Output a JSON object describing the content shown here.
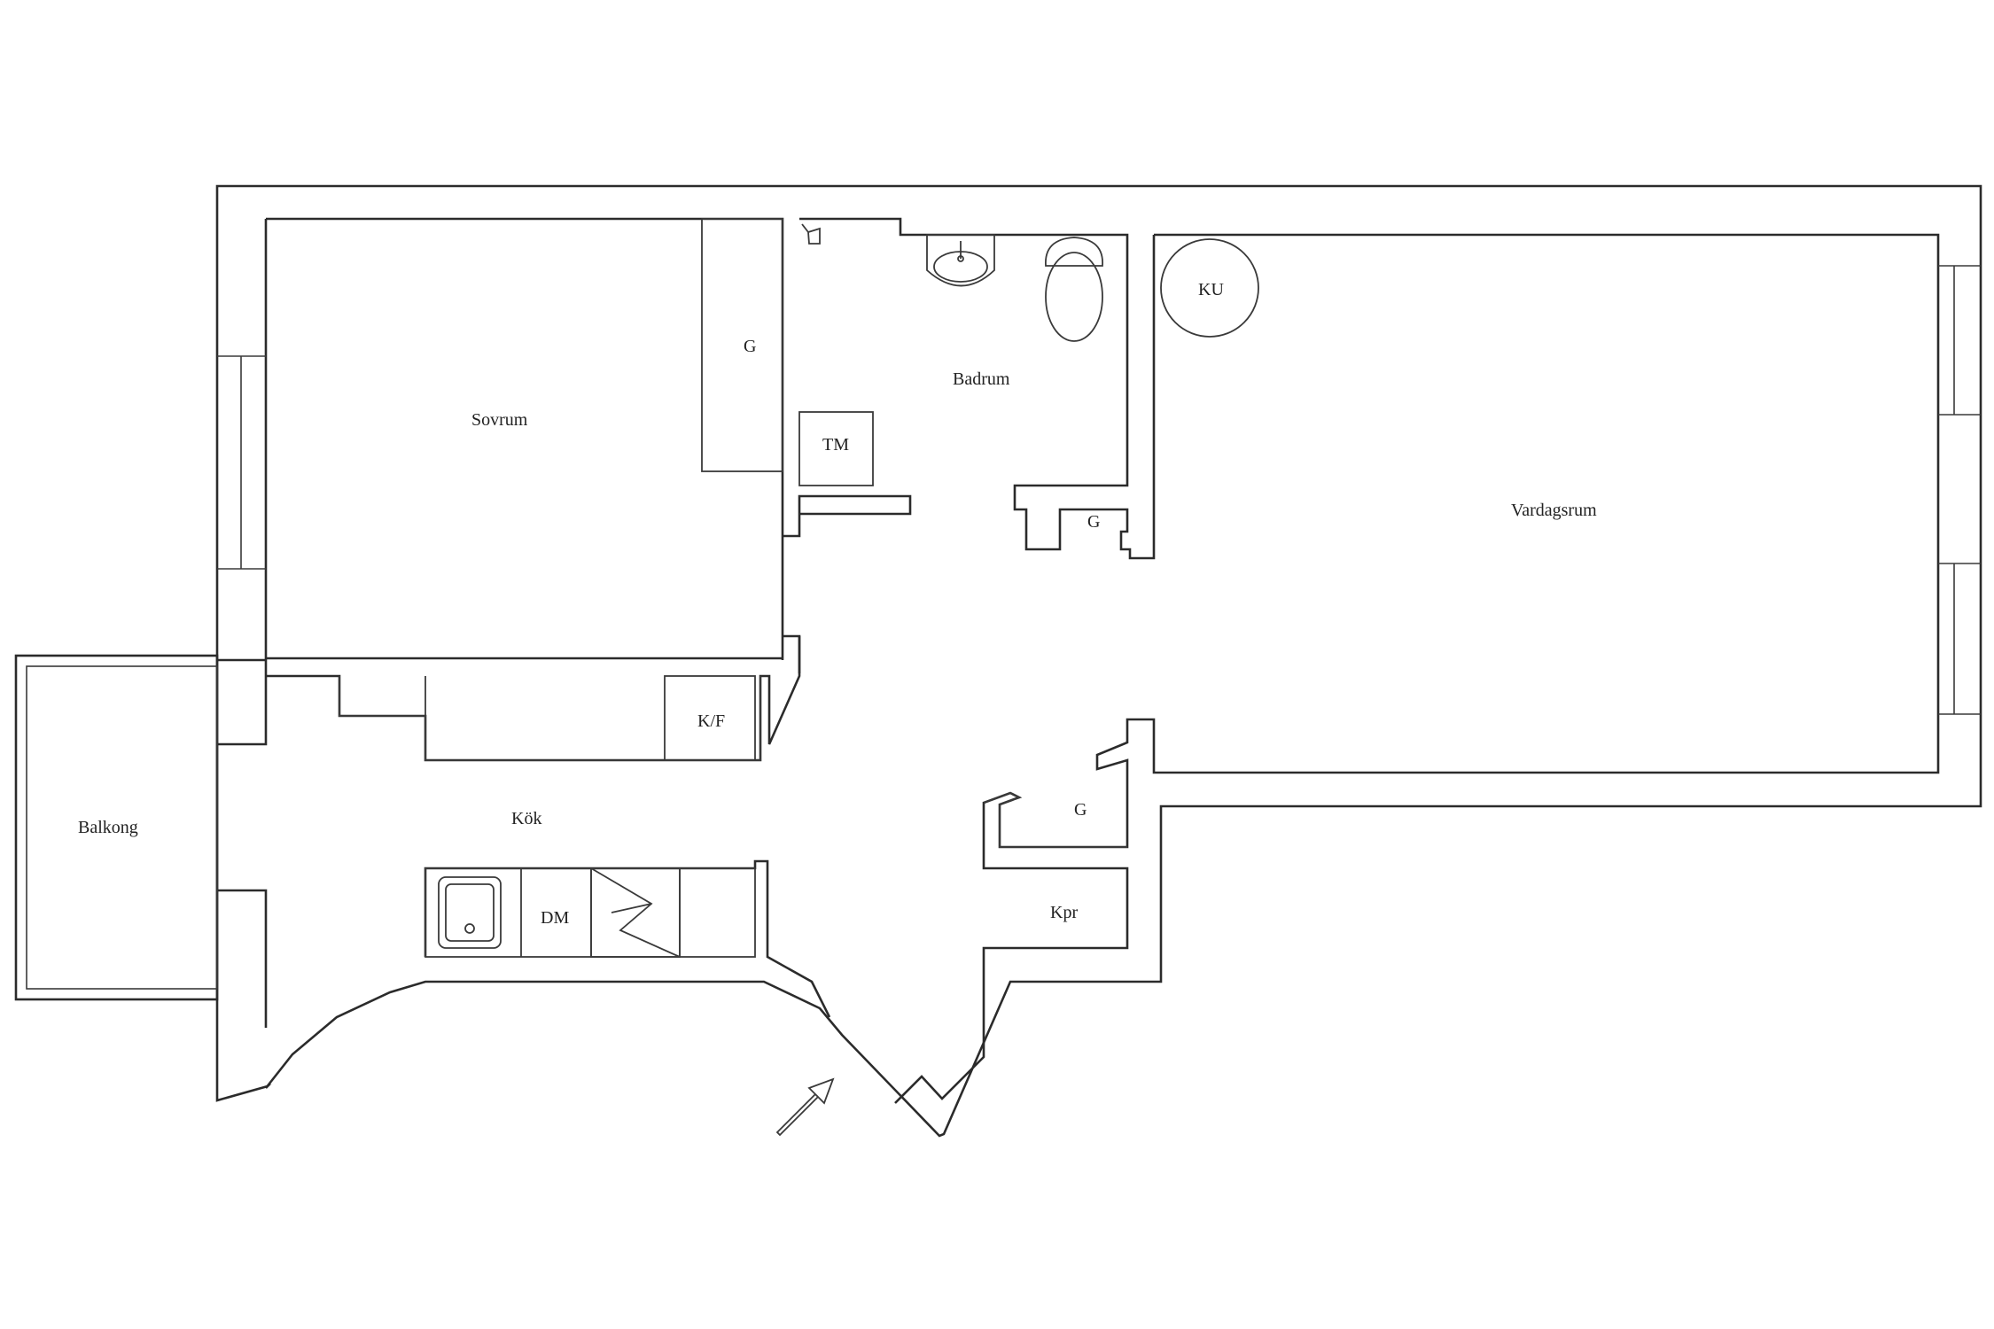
{
  "rooms": {
    "sovrum": "Sovrum",
    "badrum": "Badrum",
    "vardagsrum": "Vardagsrum",
    "kok": "Kök",
    "balkong": "Balkong",
    "kpr": "Kpr"
  },
  "fixtures": {
    "garderob_sovrum": "G",
    "garderob_badrum": "G",
    "garderob_hall": "G",
    "tvattmaskin": "TM",
    "kyl_frys": "K/F",
    "diskmaskin": "DM",
    "kakelugn": "KU"
  }
}
